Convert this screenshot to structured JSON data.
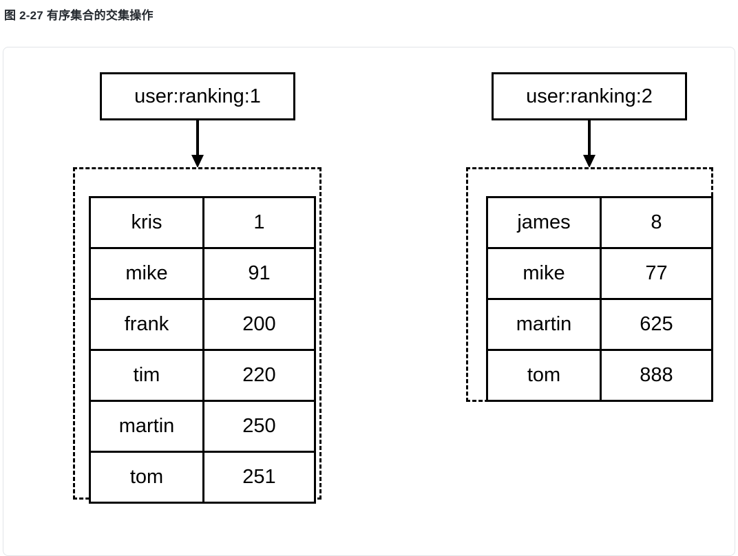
{
  "figure": {
    "caption": "图 2-27 有序集合的交集操作",
    "caption_color": "#24292f"
  },
  "panel": {
    "border_color": "#e1e4e8",
    "background": "#ffffff"
  },
  "diagram": {
    "stroke_color": "#000000",
    "sets": [
      {
        "key_label": "user:ranking:1",
        "arrow": "down-arrow",
        "container_style": "dashed",
        "rows": [
          {
            "member": "kris",
            "score": "1"
          },
          {
            "member": "mike",
            "score": "91"
          },
          {
            "member": "frank",
            "score": "200"
          },
          {
            "member": "tim",
            "score": "220"
          },
          {
            "member": "martin",
            "score": "250"
          },
          {
            "member": "tom",
            "score": "251"
          }
        ]
      },
      {
        "key_label": "user:ranking:2",
        "arrow": "down-arrow",
        "container_style": "dashed",
        "rows": [
          {
            "member": "james",
            "score": "8"
          },
          {
            "member": "mike",
            "score": "77"
          },
          {
            "member": "martin",
            "score": "625"
          },
          {
            "member": "tom",
            "score": "888"
          }
        ]
      }
    ]
  }
}
